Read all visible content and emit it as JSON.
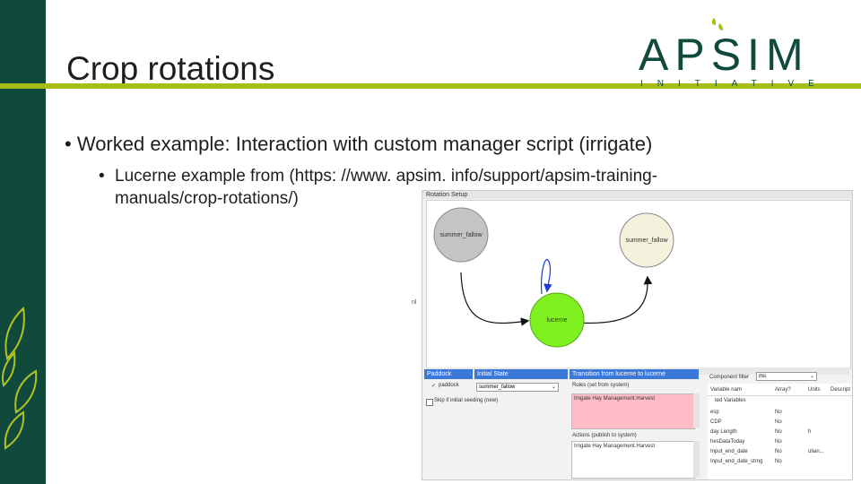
{
  "slide": {
    "title": "Crop rotations",
    "bullet1": "Worked example: Interaction with custom manager script (irrigate)",
    "bullet2": "Lucerne example from (https: //www. apsim. info/support/apsim-training-manuals/crop-rotations/)",
    "bullet_glyph": "•",
    "left_marker": "nl",
    "colors": {
      "sidebar": "#0f4a3c",
      "rule": "#a8bd17"
    }
  },
  "logo": {
    "main": "APSIM",
    "sub": "INITIATIVE"
  },
  "screenshot": {
    "window_title": "Rotation Setup",
    "nodes": [
      {
        "label": "summer_fallow",
        "color": "#c4c4c4"
      },
      {
        "label": "summer_fallow",
        "color": "#f4f1dc"
      },
      {
        "label": "lucerne",
        "color": "#7ff01f"
      }
    ],
    "paddock_panel": {
      "header": "Paddock",
      "item": "paddock",
      "checkbox_label": "Skip if initial seeding (new)"
    },
    "initial_state_panel": {
      "header": "Initial State",
      "value": "summer_fallow"
    },
    "transition_panel": {
      "header": "Transition from lucerne to lucerne",
      "rules_label": "Rules (set from system)",
      "rules_value": "Irrigate Hay Management.Harvest",
      "actions_label": "Actions (publish to system)",
      "actions_value": "Irrigate Hay Management.Harvest"
    },
    "component_panel": {
      "filter_label": "Component filter",
      "filter_value": "ms",
      "columns": [
        "Variable nam",
        "Array?",
        "Units",
        "Descript"
      ],
      "group_label": "ted Variables",
      "rows": [
        {
          "name": "esp",
          "array": "No",
          "units": ""
        },
        {
          "name": "CDP",
          "array": "No",
          "units": ""
        },
        {
          "name": "day Length",
          "array": "No",
          "units": "h"
        },
        {
          "name": "hesDataToday",
          "array": "No",
          "units": ""
        },
        {
          "name": "Input_end_date",
          "array": "No",
          "units": "ulian..."
        },
        {
          "name": "Input_end_date_strng",
          "array": "No",
          "units": ""
        }
      ]
    }
  }
}
